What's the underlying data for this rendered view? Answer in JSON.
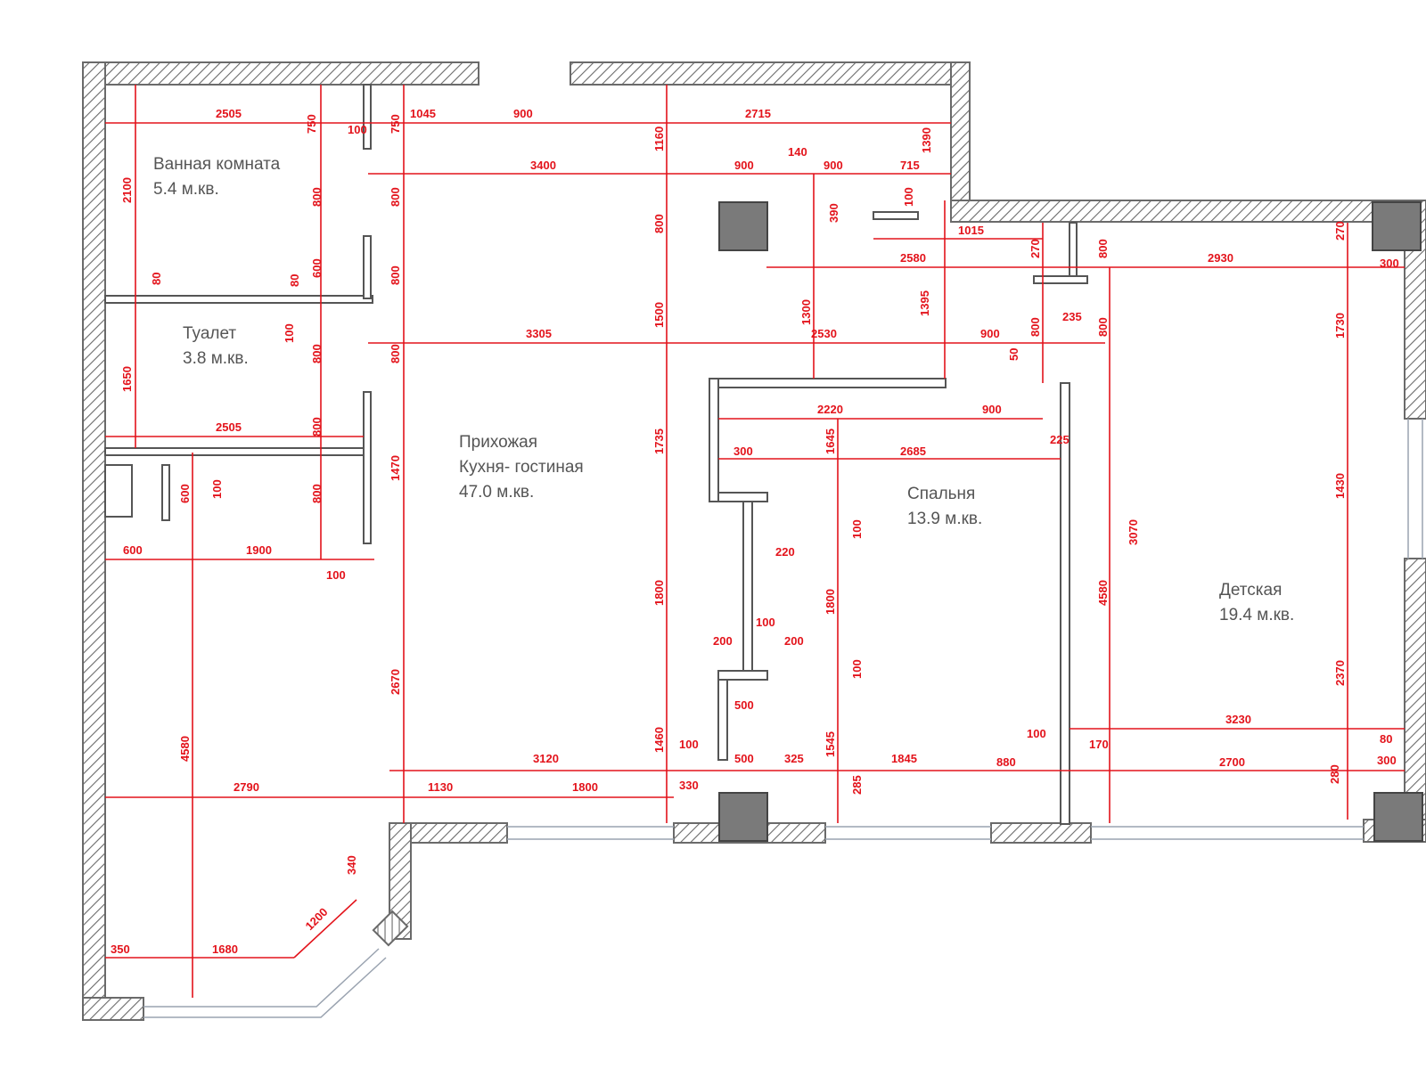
{
  "rooms": [
    {
      "name": "Ванная комната",
      "area": "5.4 м.кв."
    },
    {
      "name": "Туалет",
      "area": "3.8 м.кв."
    },
    {
      "name": "Прихожая",
      "name2": "Кухня- гостиная",
      "area": "47.0 м.кв."
    },
    {
      "name": "Спальня",
      "area": "13.9 м.кв."
    },
    {
      "name": "Детская",
      "area": "19.4 м.кв."
    }
  ],
  "dimensions": {
    "d_2505_top": "2505",
    "d_750a": "750",
    "d_100a": "100",
    "d_750b": "750",
    "d_1045": "1045",
    "d_900_door": "900",
    "d_2715": "2715",
    "d_1160": "1160",
    "d_1390": "1390",
    "d_3400": "3400",
    "d_900a": "900",
    "d_140": "140",
    "d_900b": "900",
    "d_715": "715",
    "d_100b": "100",
    "d_2100": "2100",
    "d_800a": "800",
    "d_800b": "800",
    "d_600a": "600",
    "d_390": "390",
    "d_1015": "1015",
    "d_800c": "800",
    "d_800d": "800",
    "d_270": "270",
    "d_2580": "2580",
    "d_2930": "2930",
    "d_300a": "300",
    "d_80a": "80",
    "d_80b": "80",
    "d_800e": "800",
    "d_800f": "800",
    "d_1500": "1500",
    "d_1300": "1300",
    "d_1395": "1395",
    "d_235": "235",
    "d_800g": "800",
    "d_800h": "800",
    "d_100c": "100",
    "d_3305": "3305",
    "d_2530": "2530",
    "d_900c": "900",
    "d_50": "50",
    "d_1730": "1730",
    "d_1650": "1650",
    "d_800i": "800",
    "d_2220": "2220",
    "d_900d": "900",
    "d_2505_mid": "2505",
    "d_1735": "1735",
    "d_1645": "1645",
    "d_225": "225",
    "d_300b": "300",
    "d_2685": "2685",
    "d_1470": "1470",
    "d_600b": "600",
    "d_100d": "100",
    "d_800j": "800",
    "d_3070": "3070",
    "d_100e": "100",
    "d_1430": "1430",
    "d_220": "220",
    "d_600c": "600",
    "d_1900": "1900",
    "d_100f": "100",
    "d_4580": "4580",
    "d_1800a": "1800",
    "d_1800b": "1800",
    "d_100g": "100",
    "d_200a": "200",
    "d_200b": "200",
    "d_100h": "100",
    "d_2670": "2670",
    "d_500a": "500",
    "d_2370": "2370",
    "d_1460": "1460",
    "d_1545": "1545",
    "d_3230": "3230",
    "d_100i": "100",
    "d_100j": "100",
    "d_170": "170",
    "d_80c": "80",
    "d_4580b": "4580",
    "d_3120": "3120",
    "d_500b": "500",
    "d_325": "325",
    "d_1845": "1845",
    "d_880": "880",
    "d_2700": "2700",
    "d_300c": "300",
    "d_2790": "2790",
    "d_1130": "1130",
    "d_1800c": "1800",
    "d_330": "330",
    "d_285": "285",
    "d_280": "280",
    "d_340": "340",
    "d_1200": "1200",
    "d_350": "350",
    "d_1680": "1680"
  }
}
